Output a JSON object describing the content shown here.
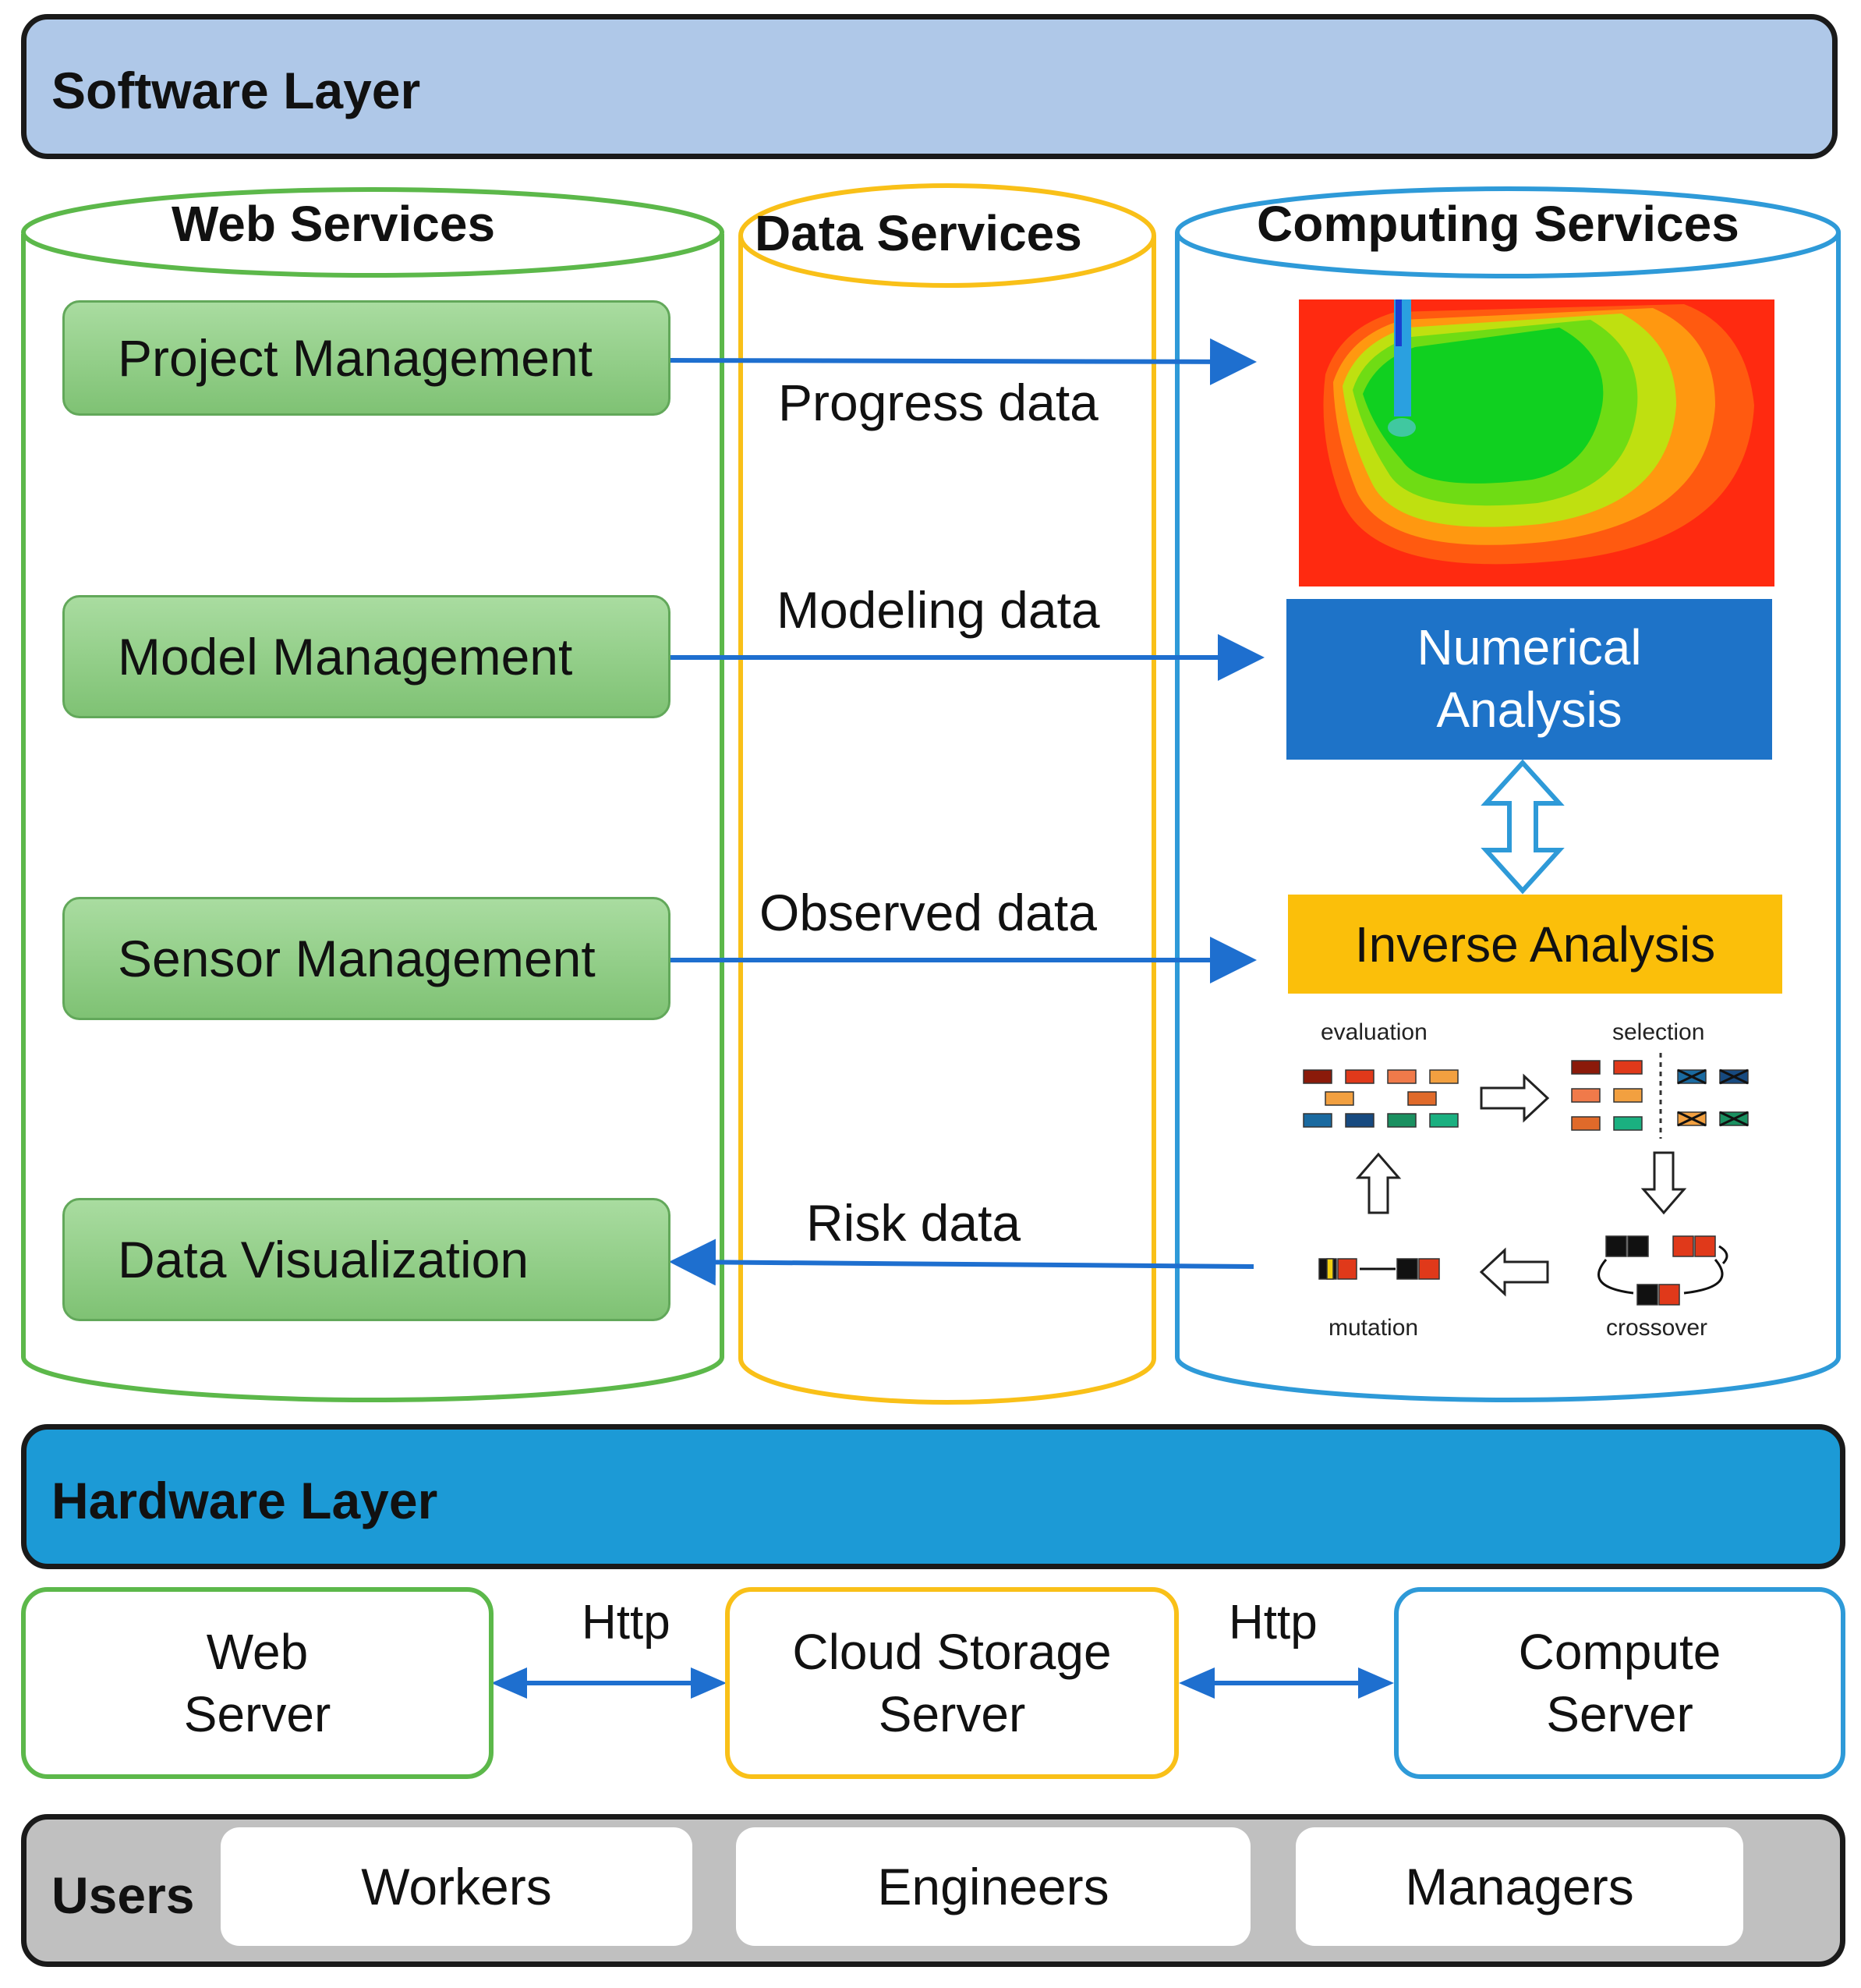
{
  "software_layer": {
    "title": "Software Layer"
  },
  "web_services": {
    "title": "Web Services",
    "items": [
      "Project Management",
      "Model Management",
      "Sensor Management",
      "Data Visualization"
    ]
  },
  "data_services": {
    "title": "Data Services",
    "flows": [
      "Progress data",
      "Modeling data",
      "Observed data",
      "Risk data"
    ]
  },
  "computing_services": {
    "title": "Computing Services",
    "numerical_analysis": [
      "Numerical",
      "Analysis"
    ],
    "inverse_analysis": "Inverse Analysis",
    "ga_cycle": {
      "evaluation": "evaluation",
      "selection": "selection",
      "crossover": "crossover",
      "mutation": "mutation"
    }
  },
  "hardware_layer": {
    "title": "Hardware Layer"
  },
  "servers": {
    "web": [
      "Web",
      "Server"
    ],
    "cloud": [
      "Cloud Storage",
      "Server"
    ],
    "compute": [
      "Compute",
      "Server"
    ],
    "protocol_left": "Http",
    "protocol_right": "Http"
  },
  "users": {
    "title": "Users",
    "items": [
      "Workers",
      "Engineers",
      "Managers"
    ]
  },
  "colors": {
    "software_bar": "#afc8e8",
    "hardware_bar": "#1c9ad6",
    "users_bar": "#c0c0c0",
    "web_green": "#5cb84a",
    "data_yellow": "#f9c018",
    "compute_blue": "#2e9ad8",
    "arrow_blue": "#1e6fcf",
    "numerical_blue": "#1e73c8",
    "inverse_yellow": "#fbbf0a"
  }
}
